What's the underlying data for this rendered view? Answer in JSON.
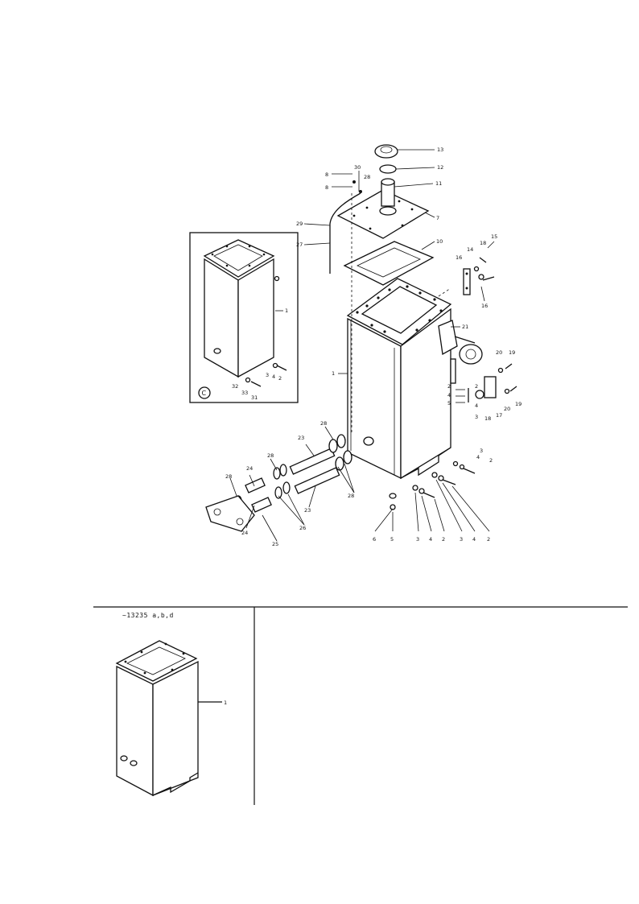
{
  "labels": {
    "l13": "13",
    "l12": "12",
    "l11": "11",
    "l7": "7",
    "l10": "10",
    "l8a": "8",
    "l8b": "8",
    "l30": "30",
    "l28a": "28",
    "l29": "29",
    "l27": "27",
    "l14": "14",
    "l16a": "16",
    "l16b": "16",
    "l15": "15",
    "l18a": "18",
    "l21": "21",
    "l20a": "20",
    "l19a": "19",
    "l20b": "20",
    "l19b": "19",
    "l17": "17",
    "l18b": "18",
    "l2a": "2",
    "l4a": "4",
    "l5a": "5",
    "l2b": "2",
    "l4b": "4",
    "l3a": "3",
    "l1main": "1",
    "l28b": "28",
    "l23a": "23",
    "l28c": "28",
    "l24a": "24",
    "l28d": "28",
    "l28e": "28",
    "l24b": "24",
    "l23b": "23",
    "l26": "26",
    "l25": "25",
    "l3b": "3",
    "l4c": "4",
    "l2c": "2",
    "b6": "6",
    "b5": "5",
    "b3a": "3",
    "b4a": "4",
    "b2a": "2",
    "b3b": "3",
    "b4b": "4",
    "b2b": "2",
    "c1": "1",
    "c3": "3",
    "c4": "4",
    "c2": "2",
    "c32": "32",
    "c33": "33",
    "c31": "31",
    "c_mark": "C",
    "alt1": "1"
  },
  "note": "~13235 a,b,d"
}
